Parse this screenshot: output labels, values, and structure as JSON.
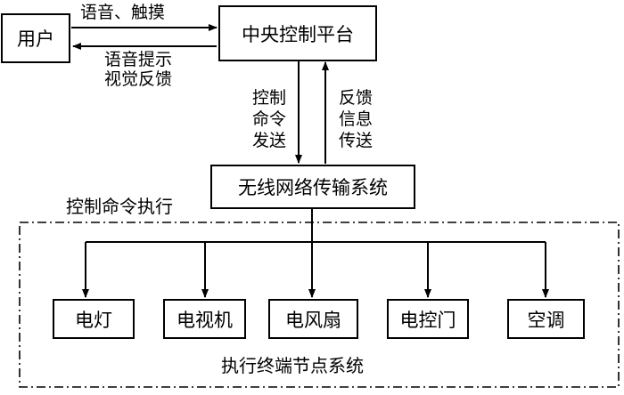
{
  "nodes": {
    "user": "用户",
    "platform": "中央控制平台",
    "wireless": "无线网络传输系统",
    "devices": [
      "电灯",
      "电视机",
      "电风扇",
      "电控门",
      "空调"
    ]
  },
  "edges": {
    "user_to_platform": "语音、触摸",
    "platform_to_user_1": "语音提示",
    "platform_to_user_2": "视觉反馈",
    "down_1": "控制",
    "down_2": "命令",
    "down_3": "发送",
    "up_1": "反馈",
    "up_2": "信息",
    "up_3": "传送"
  },
  "labels": {
    "execute": "控制命令执行",
    "terminal_system": "执行终端节点系统"
  }
}
